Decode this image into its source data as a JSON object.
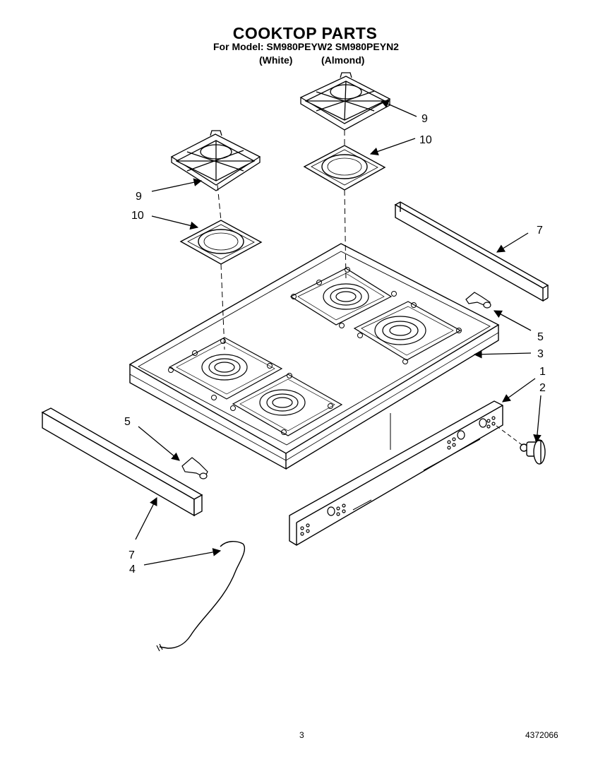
{
  "header": {
    "title": "COOKTOP PARTS",
    "model_line": "For Model: SM980PEYW2 SM980PEYN2",
    "variants": [
      "(White)",
      "(Almond)"
    ]
  },
  "callouts": [
    "9",
    "10",
    "9",
    "10",
    "7",
    "5",
    "3",
    "1",
    "2",
    "5",
    "7",
    "4"
  ],
  "footer": {
    "page_number": "3",
    "part_code": "4372066"
  }
}
